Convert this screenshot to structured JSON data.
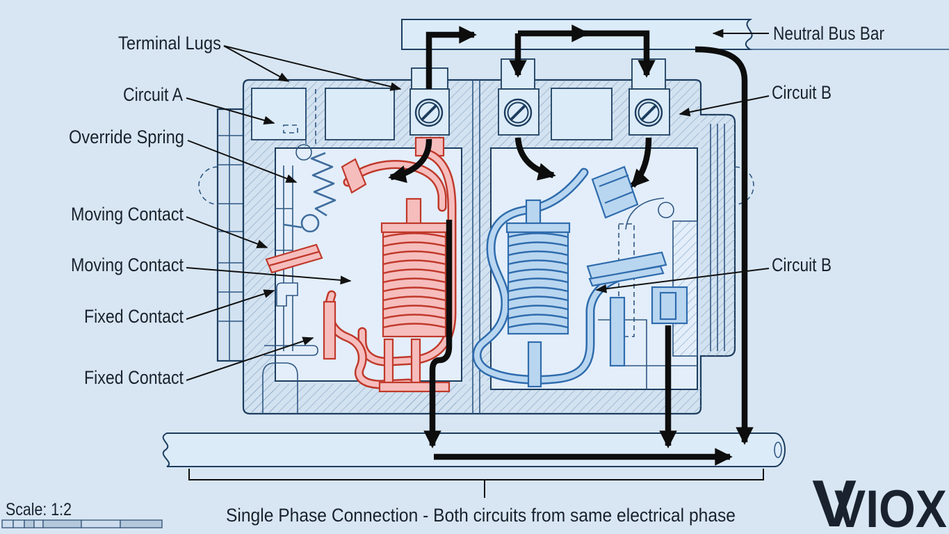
{
  "diagram": {
    "caption": "Single Phase Connection - Both circuits from same electrical phase",
    "scale": {
      "label": "Scale: 1:2"
    },
    "logo": {
      "mark": "V",
      "text": "VIOX"
    },
    "labels": {
      "terminal_lugs": "Terminal Lugs",
      "circuit_a": "Circuit A",
      "override_spring": "Override Spring",
      "moving_contact_1": "Moving Contact",
      "moving_contact_2": "Moving Contact",
      "fixed_contact_1": "Fixed Contact",
      "fixed_contact_2": "Fixed Contact",
      "neutral_bus_bar": "Neutral Bus Bar",
      "circuit_b_top": "Circuit B",
      "circuit_b_mid": "Circuit B"
    },
    "colors": {
      "background": "#d8e6f3",
      "line": "#1c3d5f",
      "circuit_a_highlight": "#c0392b",
      "circuit_b_highlight": "#2f6cad",
      "current_flow": "#0d0d0d",
      "logo_mark_gray": "#9da6ae"
    }
  }
}
